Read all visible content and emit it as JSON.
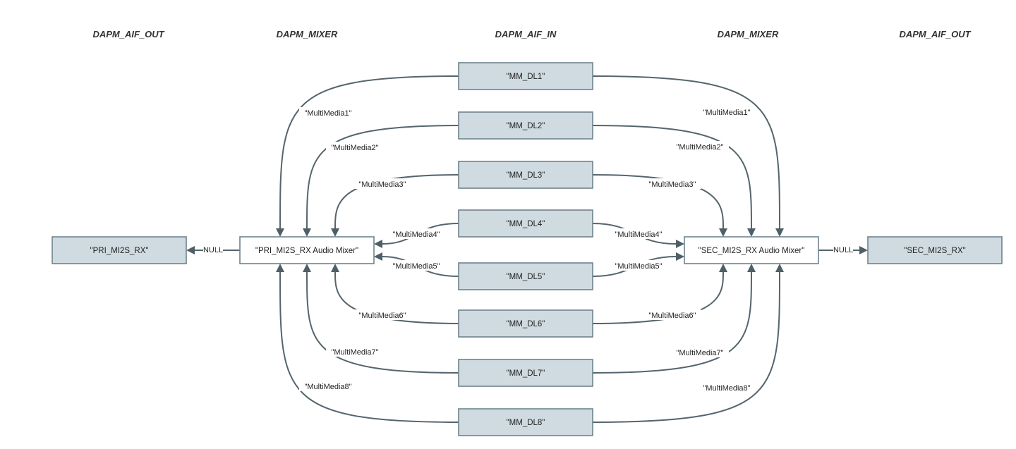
{
  "columns": [
    "DAPM_AIF_OUT",
    "DAPM_MIXER",
    "DAPM_AIF_IN",
    "DAPM_MIXER",
    "DAPM_AIF_OUT"
  ],
  "left_out": "\"PRI_MI2S_RX\"",
  "left_mixer": "\"PRI_MI2S_RX Audio Mixer\"",
  "right_mixer": "\"SEC_MI2S_RX Audio Mixer\"",
  "right_out": "\"SEC_MI2S_RX\"",
  "null_label": "NULL",
  "inputs": [
    {
      "name": "\"MM_DL1\"",
      "label": "\"MultiMedia1\""
    },
    {
      "name": "\"MM_DL2\"",
      "label": "\"MultiMedia2\""
    },
    {
      "name": "\"MM_DL3\"",
      "label": "\"MultiMedia3\""
    },
    {
      "name": "\"MM_DL4\"",
      "label": "\"MultiMedia4\""
    },
    {
      "name": "\"MM_DL5\"",
      "label": "\"MultiMedia5\""
    },
    {
      "name": "\"MM_DL6\"",
      "label": "\"MultiMedia6\""
    },
    {
      "name": "\"MM_DL7\"",
      "label": "\"MultiMedia7\""
    },
    {
      "name": "\"MM_DL8\"",
      "label": "\"MultiMedia8\""
    }
  ],
  "colors": {
    "node_fill": "#cfdbe1",
    "node_stroke": "#6e838d",
    "edge": "#55656d"
  }
}
